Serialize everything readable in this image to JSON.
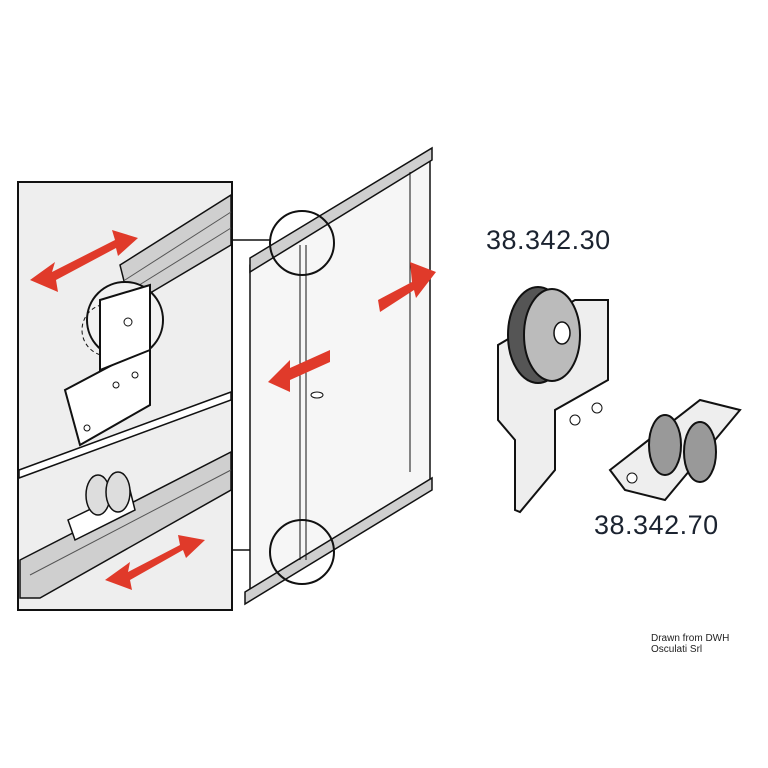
{
  "labels": {
    "part_roller": "38.342.30",
    "part_guide": "38.342.70",
    "credit": "Drawn from DWH Osculati Srl"
  },
  "colors": {
    "arrow": "#e03a2a",
    "line": "#1a1a1a",
    "panel": "#f4f4f4"
  }
}
